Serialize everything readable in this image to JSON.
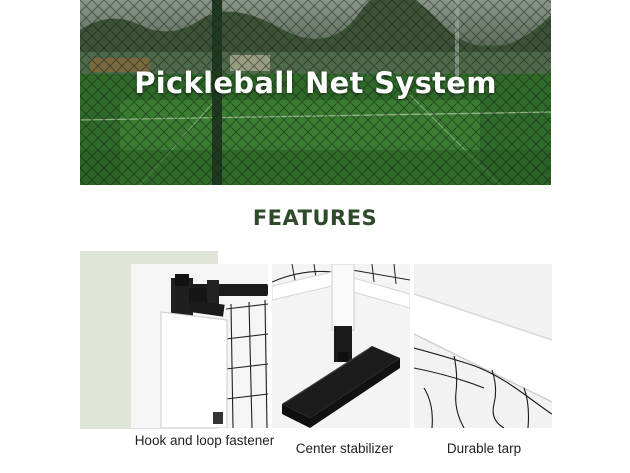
{
  "hero": {
    "title": "Pickleball Net System"
  },
  "features": {
    "heading": "FEATURES",
    "items": [
      {
        "caption": "Hook and loop fastener",
        "icon": "hook-and-loop-fastener-photo"
      },
      {
        "caption": "Center stabilizer",
        "icon": "center-stabilizer-photo"
      },
      {
        "caption": "Durable tarp",
        "icon": "durable-tarp-photo"
      }
    ]
  },
  "colors": {
    "heading": "#2e4a2a",
    "accent_block": "#dfe5d8",
    "frame_black": "#1a1a1a"
  }
}
